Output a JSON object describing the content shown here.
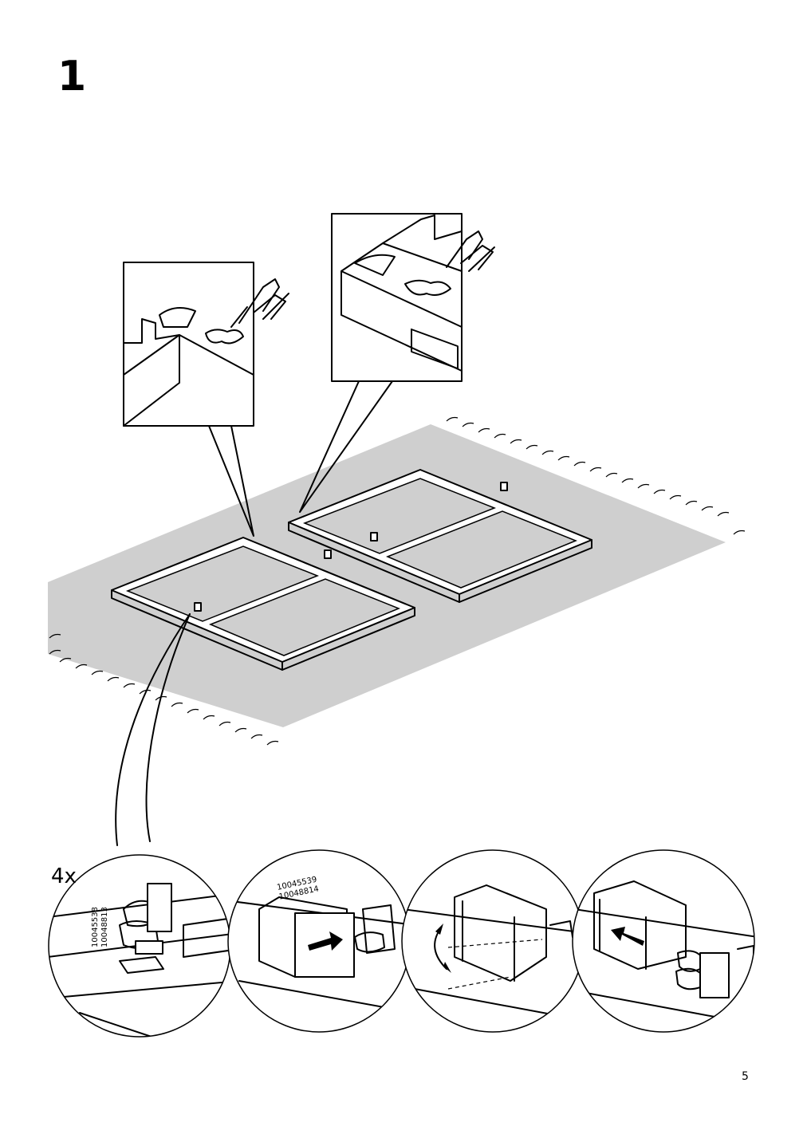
{
  "step": {
    "number": "1"
  },
  "page": {
    "number": "5"
  },
  "callout": {
    "quantity": "4x",
    "part_numbers_first": [
      "10045538",
      "10048813"
    ],
    "part_numbers_second": [
      "10045539",
      "10048814"
    ]
  },
  "icons": {
    "hand": "pointing-hand-press-icon",
    "arrow": "direction-arrow-icon",
    "rotate": "rotation-arrow-icon"
  },
  "colors": {
    "rug": "#cfcfcf",
    "line": "#000000",
    "background": "#ffffff"
  }
}
